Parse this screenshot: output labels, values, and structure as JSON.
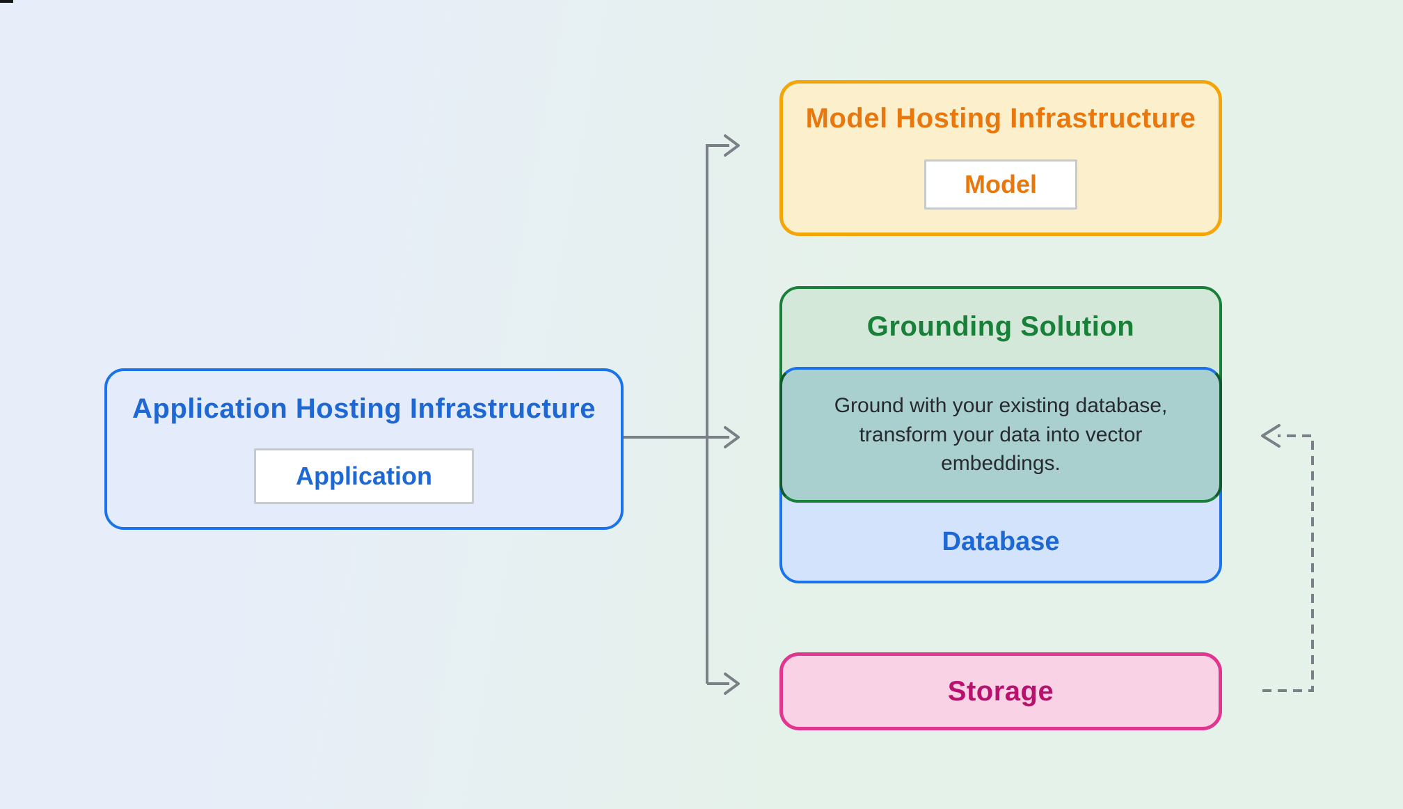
{
  "diagram": {
    "app_hosting": {
      "title": "Application Hosting Infrastructure",
      "component": "Application"
    },
    "model_hosting": {
      "title": "Model Hosting Infrastructure",
      "component": "Model"
    },
    "grounding": {
      "title": "Grounding Solution",
      "note": "Ground with your existing database, transform your data into vector embeddings.",
      "database_label": "Database"
    },
    "storage": {
      "label": "Storage"
    }
  },
  "colors": {
    "bg-left": "#e8eef9",
    "bg-right": "#e5f2e9",
    "blue": "#1a73e8",
    "blue-text": "#1e68d3",
    "blue-bg": "#e4ecfb",
    "blue-light-bg": "#d3e3fb",
    "orange-border": "#f3a60a",
    "orange-text": "#e8770e",
    "yellow-bg": "#fbefcc",
    "green": "#188038",
    "dark-green": "#115a2e",
    "green-bg": "#d3e8d8",
    "teal-bg": "#a9cfcf",
    "pink-border": "#e0368f",
    "pink-text": "#b8126e",
    "pink-bg": "#fad2e6",
    "gray-border": "#c7cacd",
    "arrow": "#7a8086",
    "ink": "#26292d"
  }
}
